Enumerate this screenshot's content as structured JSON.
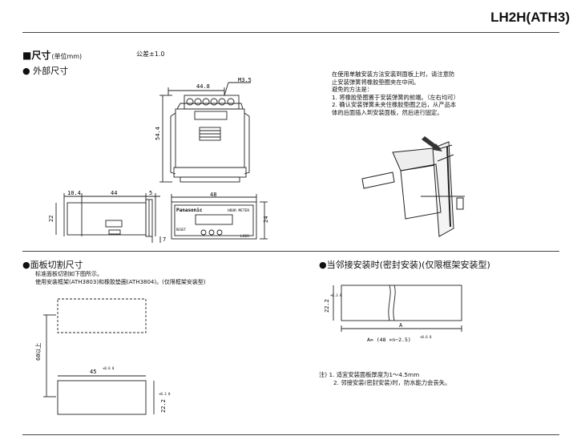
{
  "header": {
    "title": "LH2H(ATH3)"
  },
  "dimensions": {
    "heading": "■尺寸",
    "unit": "(单位mm)",
    "tolerance": "公差±1.0",
    "external_heading": "● 外部尺寸"
  },
  "drawing_top": {
    "width": "44.8",
    "thread": "M3.5",
    "height": "54.4"
  },
  "drawing_side": {
    "d1": "10.4",
    "d2": "44",
    "d3": "5",
    "d4": "22",
    "d5": "7"
  },
  "drawing_front": {
    "width": "48",
    "height": "24",
    "brand": "Panasonic",
    "label": "HOUR METER",
    "model": "LH2H",
    "reset": "RESET"
  },
  "install_note": {
    "lines": [
      "在使用单触安装方法安装到面板上时，请注意防",
      "止安装弹簧将橡胶垫圈夹在中间。",
      "避免的方法是：",
      "1. 将橡胶垫圈置于安装弹簧的前端。（左右均可）",
      "2. 确认安装弹簧未夹住橡胶垫圈之后，从产品本",
      "体的后面插入到安装面板，然后进行固定。"
    ]
  },
  "cutout": {
    "heading": "●面板切割尺寸",
    "note1": "标准面板切割如下图所示。",
    "note2": "使用安装框架(ATH3803)和橡胶垫圈(ATH3804)。(仅限框架安装型)",
    "w": "45",
    "w_tol": "+0.6\n 0",
    "h": "22.2",
    "h_tol": "+0.3\n 0",
    "pitch": "60以上"
  },
  "adjacent": {
    "heading": "●当邻接安装时(密封安装)(仅限框架安装型)",
    "h": "22.2",
    "h_tol": "+0.3\n 0",
    "a_label": "A",
    "formula": "A= (48 ×n−2.5)",
    "formula_tol": "+0.6\n 0"
  },
  "notes": {
    "line1": "注) 1. 适宜安装面板厚度为1～4.5mm",
    "line2": "2. 邻接安装(密封安装)时，防水能力会丧失。"
  }
}
